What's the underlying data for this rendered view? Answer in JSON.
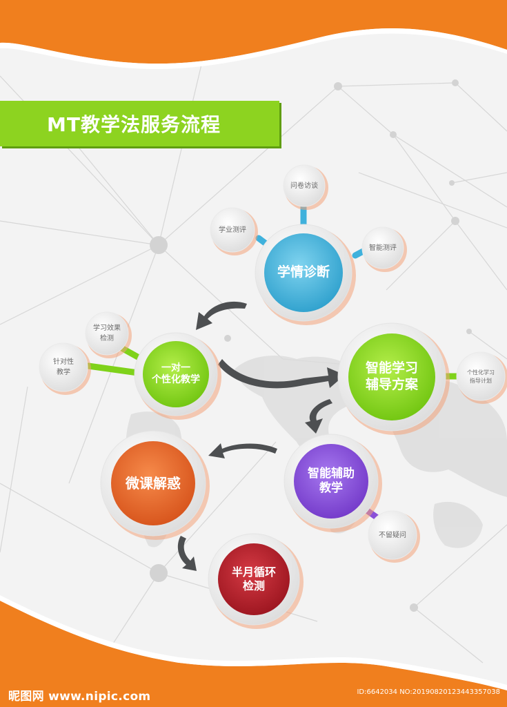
{
  "title": "MT教学法服务流程",
  "colors": {
    "orange": "#f07f1e",
    "green": "#8dd320",
    "blue": "#45b4dc",
    "purple": "#8a50d8",
    "dark_orange": "#e8631e",
    "red": "#b8202c",
    "arrow": "#4d4f51"
  },
  "nodes": {
    "diagnosis": {
      "label": "学情诊断",
      "satellites": [
        "问卷访谈",
        "学业测评",
        "智能测评"
      ]
    },
    "one_on_one": {
      "label": "一对一\n个性化教学",
      "satellites": [
        "学习效果\n检测",
        "针对性\n教学"
      ]
    },
    "smart_plan": {
      "label": "智能学习\n辅导方案",
      "satellites": [
        "个性化学习\n指导计划"
      ]
    },
    "smart_aid": {
      "label": "智能辅助\n教学",
      "satellites": [
        "不留疑问"
      ]
    },
    "micro_lesson": {
      "label": "微课解惑",
      "satellites": []
    },
    "half_month": {
      "label": "半月循环\n检测",
      "satellites": []
    }
  },
  "watermark": {
    "site": "昵图网 www.nipic.com",
    "id": "ID:6642034 NO:20190820123443357038"
  }
}
